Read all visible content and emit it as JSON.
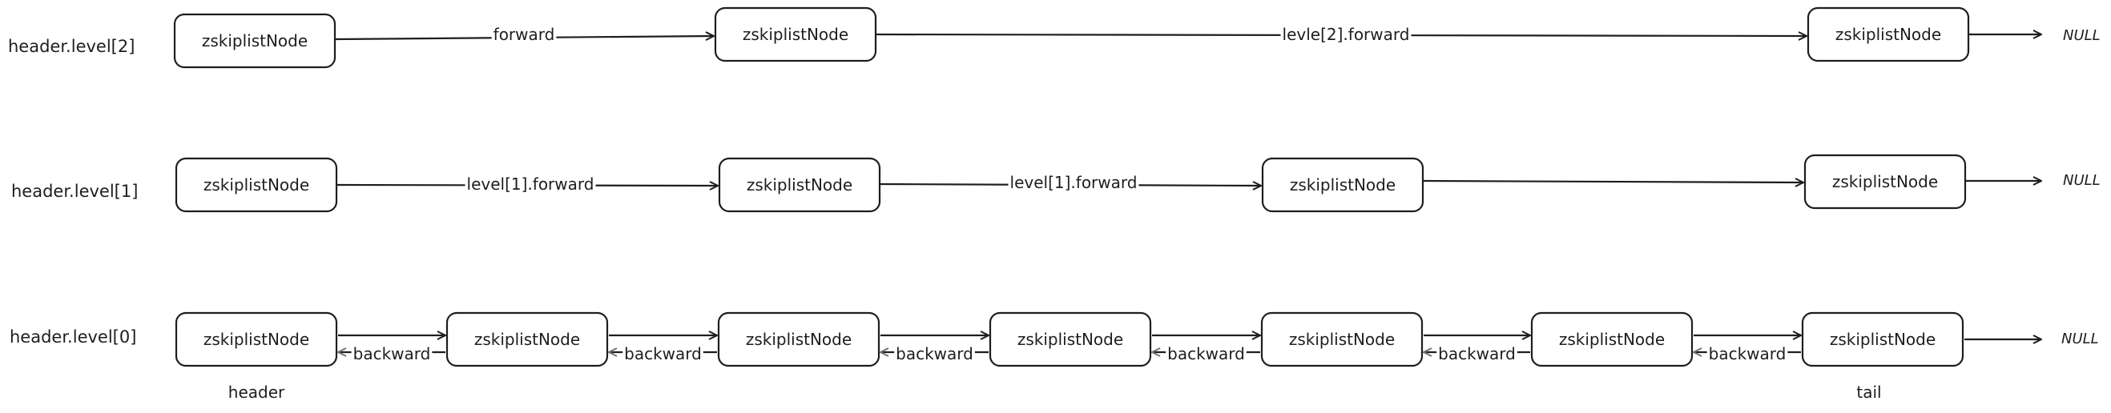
{
  "row_labels": [
    "header.level[2]",
    "header.level[1]",
    "header.level[0]"
  ],
  "node_label": "zskiplistNode",
  "null_label": "NULL",
  "level2": {
    "edges": [
      {
        "label": "forward"
      },
      {
        "label": "levle[2].forward"
      },
      {
        "label": "NULL"
      }
    ]
  },
  "level1": {
    "edges": [
      {
        "label": "level[1].forward"
      },
      {
        "label": "level[1].forward"
      },
      {
        "label": ""
      },
      {
        "label": "NULL"
      }
    ]
  },
  "level0": {
    "forward_label": "",
    "backward_label": "backward",
    "null_label": "NULL"
  },
  "pointers": {
    "header": "header",
    "tail": "tail"
  },
  "colors": {
    "stroke": "#1e1e1e",
    "background": "#ffffff",
    "backward_arrow": "#757575"
  }
}
